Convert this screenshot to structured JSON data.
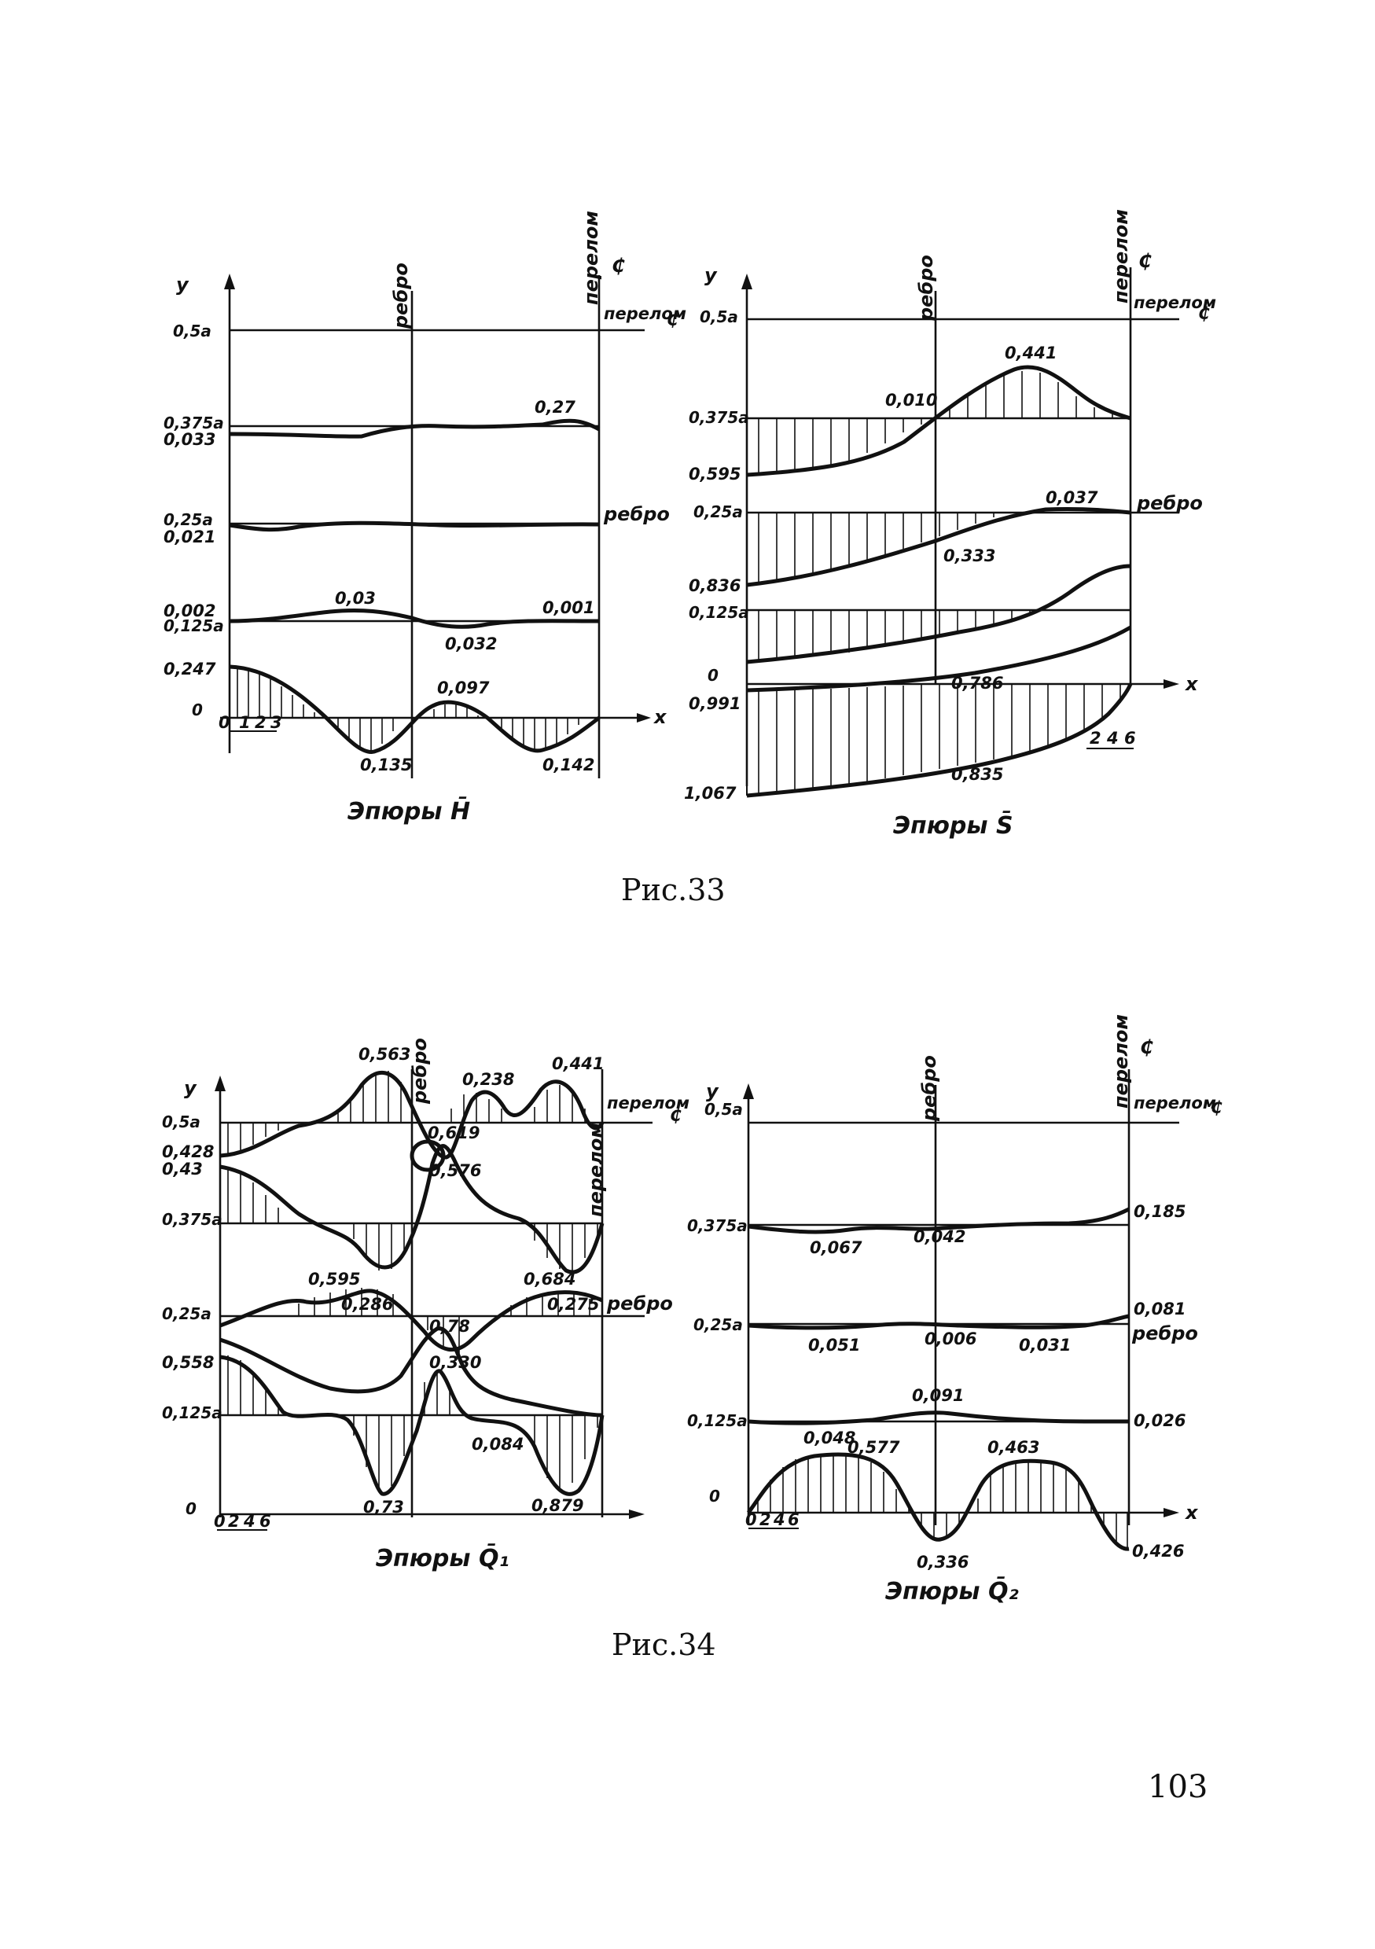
{
  "figures": {
    "fig33": {
      "caption": "Рис.33",
      "H": {
        "title": "Эпюры H̄",
        "y_axis": "y",
        "x_axis": "x",
        "vertical_labels": {
          "rib": "ребро",
          "break": "перелом"
        },
        "end_labels": {
          "break": "перелом",
          "rib": "ребро",
          "axis_mark": "₵"
        },
        "levels": [
          "0,5a",
          "0,375a",
          "0,25a",
          "0,125a",
          "0"
        ],
        "left_values": [
          "0,033",
          "0,021",
          "0,002",
          "0,247"
        ],
        "values": [
          "0,27",
          "0,03",
          "0,032",
          "0,001",
          "0,097",
          "0,135",
          "0,142"
        ],
        "scale": [
          "0",
          "1",
          "2",
          "3"
        ]
      },
      "S": {
        "title": "Эпюры S̄",
        "y_axis": "y",
        "x_axis": "x",
        "vertical_labels": {
          "rib": "ребро",
          "break": "перелом"
        },
        "end_labels": {
          "break": "перелом",
          "rib": "ребро",
          "axis_mark": "₵"
        },
        "levels": [
          "0,5a",
          "0,375a",
          "0,25a",
          "0,125a",
          "0"
        ],
        "left_values": [
          "0,595",
          "0,836",
          "0,991",
          "1,067"
        ],
        "values": [
          "0,441",
          "0,010",
          "0,037",
          "0,333",
          "0,786",
          "0,835"
        ],
        "scale": [
          "2",
          "4",
          "6"
        ]
      }
    },
    "fig34": {
      "caption": "Рис.34",
      "Q1": {
        "title": "Эпюры Q̄₁",
        "y_axis": "y",
        "vertical_labels": {
          "rib": "ребро",
          "break": "перелом"
        },
        "end_labels": {
          "break": "перелом",
          "rib": "ребро",
          "axis_mark": "₵"
        },
        "levels": [
          "0,5a",
          "0,375a",
          "0,25a",
          "0,125a",
          "0"
        ],
        "left_values": [
          "0,428",
          "0,43",
          "0,558"
        ],
        "values": [
          "0,563",
          "0,238",
          "0,441",
          "0,619",
          "0,576",
          "0,595",
          "0,286",
          "0,684",
          "0,275",
          "0,78",
          "0,330",
          "0,084",
          "0,73",
          "0,879"
        ],
        "scale": [
          "0",
          "2",
          "4",
          "6"
        ]
      },
      "Q2": {
        "title": "Эпюры Q̄₂",
        "y_axis": "y",
        "x_axis": "x",
        "vertical_labels": {
          "rib": "ребро",
          "break": "перелом"
        },
        "end_labels": {
          "break": "перелом",
          "rib": "ребро",
          "axis_mark": "₵"
        },
        "levels": [
          "0,5a",
          "0,375a",
          "0,25a",
          "0,125a",
          "0"
        ],
        "right_values": [
          "0,185",
          "0,081",
          "0,026",
          "0,426"
        ],
        "values": [
          "0,067",
          "0,042",
          "0,051",
          "0,006",
          "0,031",
          "0,091",
          "0,048",
          "0,577",
          "0,463",
          "0,336"
        ],
        "scale": [
          "0",
          "2",
          "4",
          "6"
        ]
      }
    }
  },
  "page_number": "103"
}
